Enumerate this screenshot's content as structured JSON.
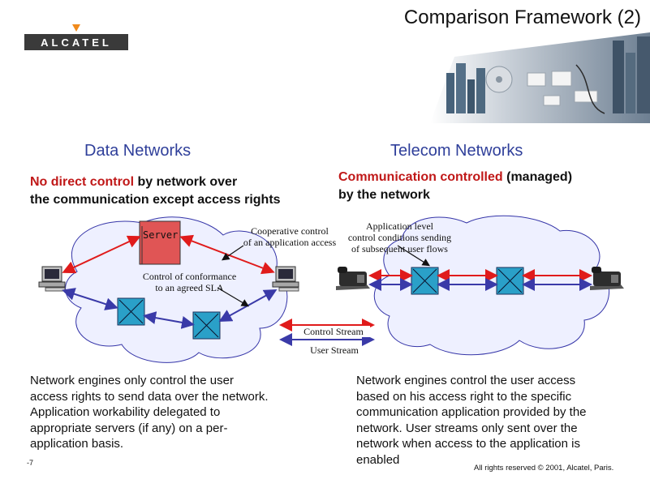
{
  "header": {
    "title": "Comparison Framework (2)",
    "logo_text": "ALCATEL"
  },
  "left": {
    "heading": "Data Networks",
    "summary_red": "No direct control",
    "summary_rest": " by network over",
    "summary_line2": "the communication except access rights",
    "body": [
      "Network engines only control the user",
      "access rights to send data over the network.",
      "Application workability delegated to",
      "appropriate servers (if any) on a per-",
      "application basis."
    ]
  },
  "right": {
    "heading": "Telecom Networks",
    "summary_red": "Communication controlled",
    "summary_rest": " (managed)",
    "summary_line2": "by the network",
    "body": [
      "Network engines control the user access",
      "based on his access right to the specific",
      "communication application provided by the",
      "network. User streams only sent over the",
      "network when access to the application is",
      "enabled"
    ]
  },
  "diagram": {
    "server_label": "Server",
    "cooperative_label": [
      "Cooperative control",
      "of an application access"
    ],
    "application_label": [
      "Application level",
      "control conditions sending",
      "of subsequent user flows"
    ],
    "conformance_label": [
      "Control of conformance",
      "to an agreed SLA"
    ],
    "legend_control": "Control Stream",
    "legend_user": "User Stream"
  },
  "colors": {
    "heading_blue": "#2f3f9a",
    "accent_red": "#c01818",
    "control_stream": "#e01b1b",
    "user_stream": "#3a3aa8",
    "cloud_fill": "#eef0ff",
    "cloud_stroke": "#3535a8",
    "switch_fill": "#2aa0c8",
    "server_fill": "#e05555",
    "logo_orange": "#f08a1c"
  },
  "footer": {
    "page_number": "-7",
    "copyright": "All rights reserved © 2001, Alcatel, Paris."
  }
}
